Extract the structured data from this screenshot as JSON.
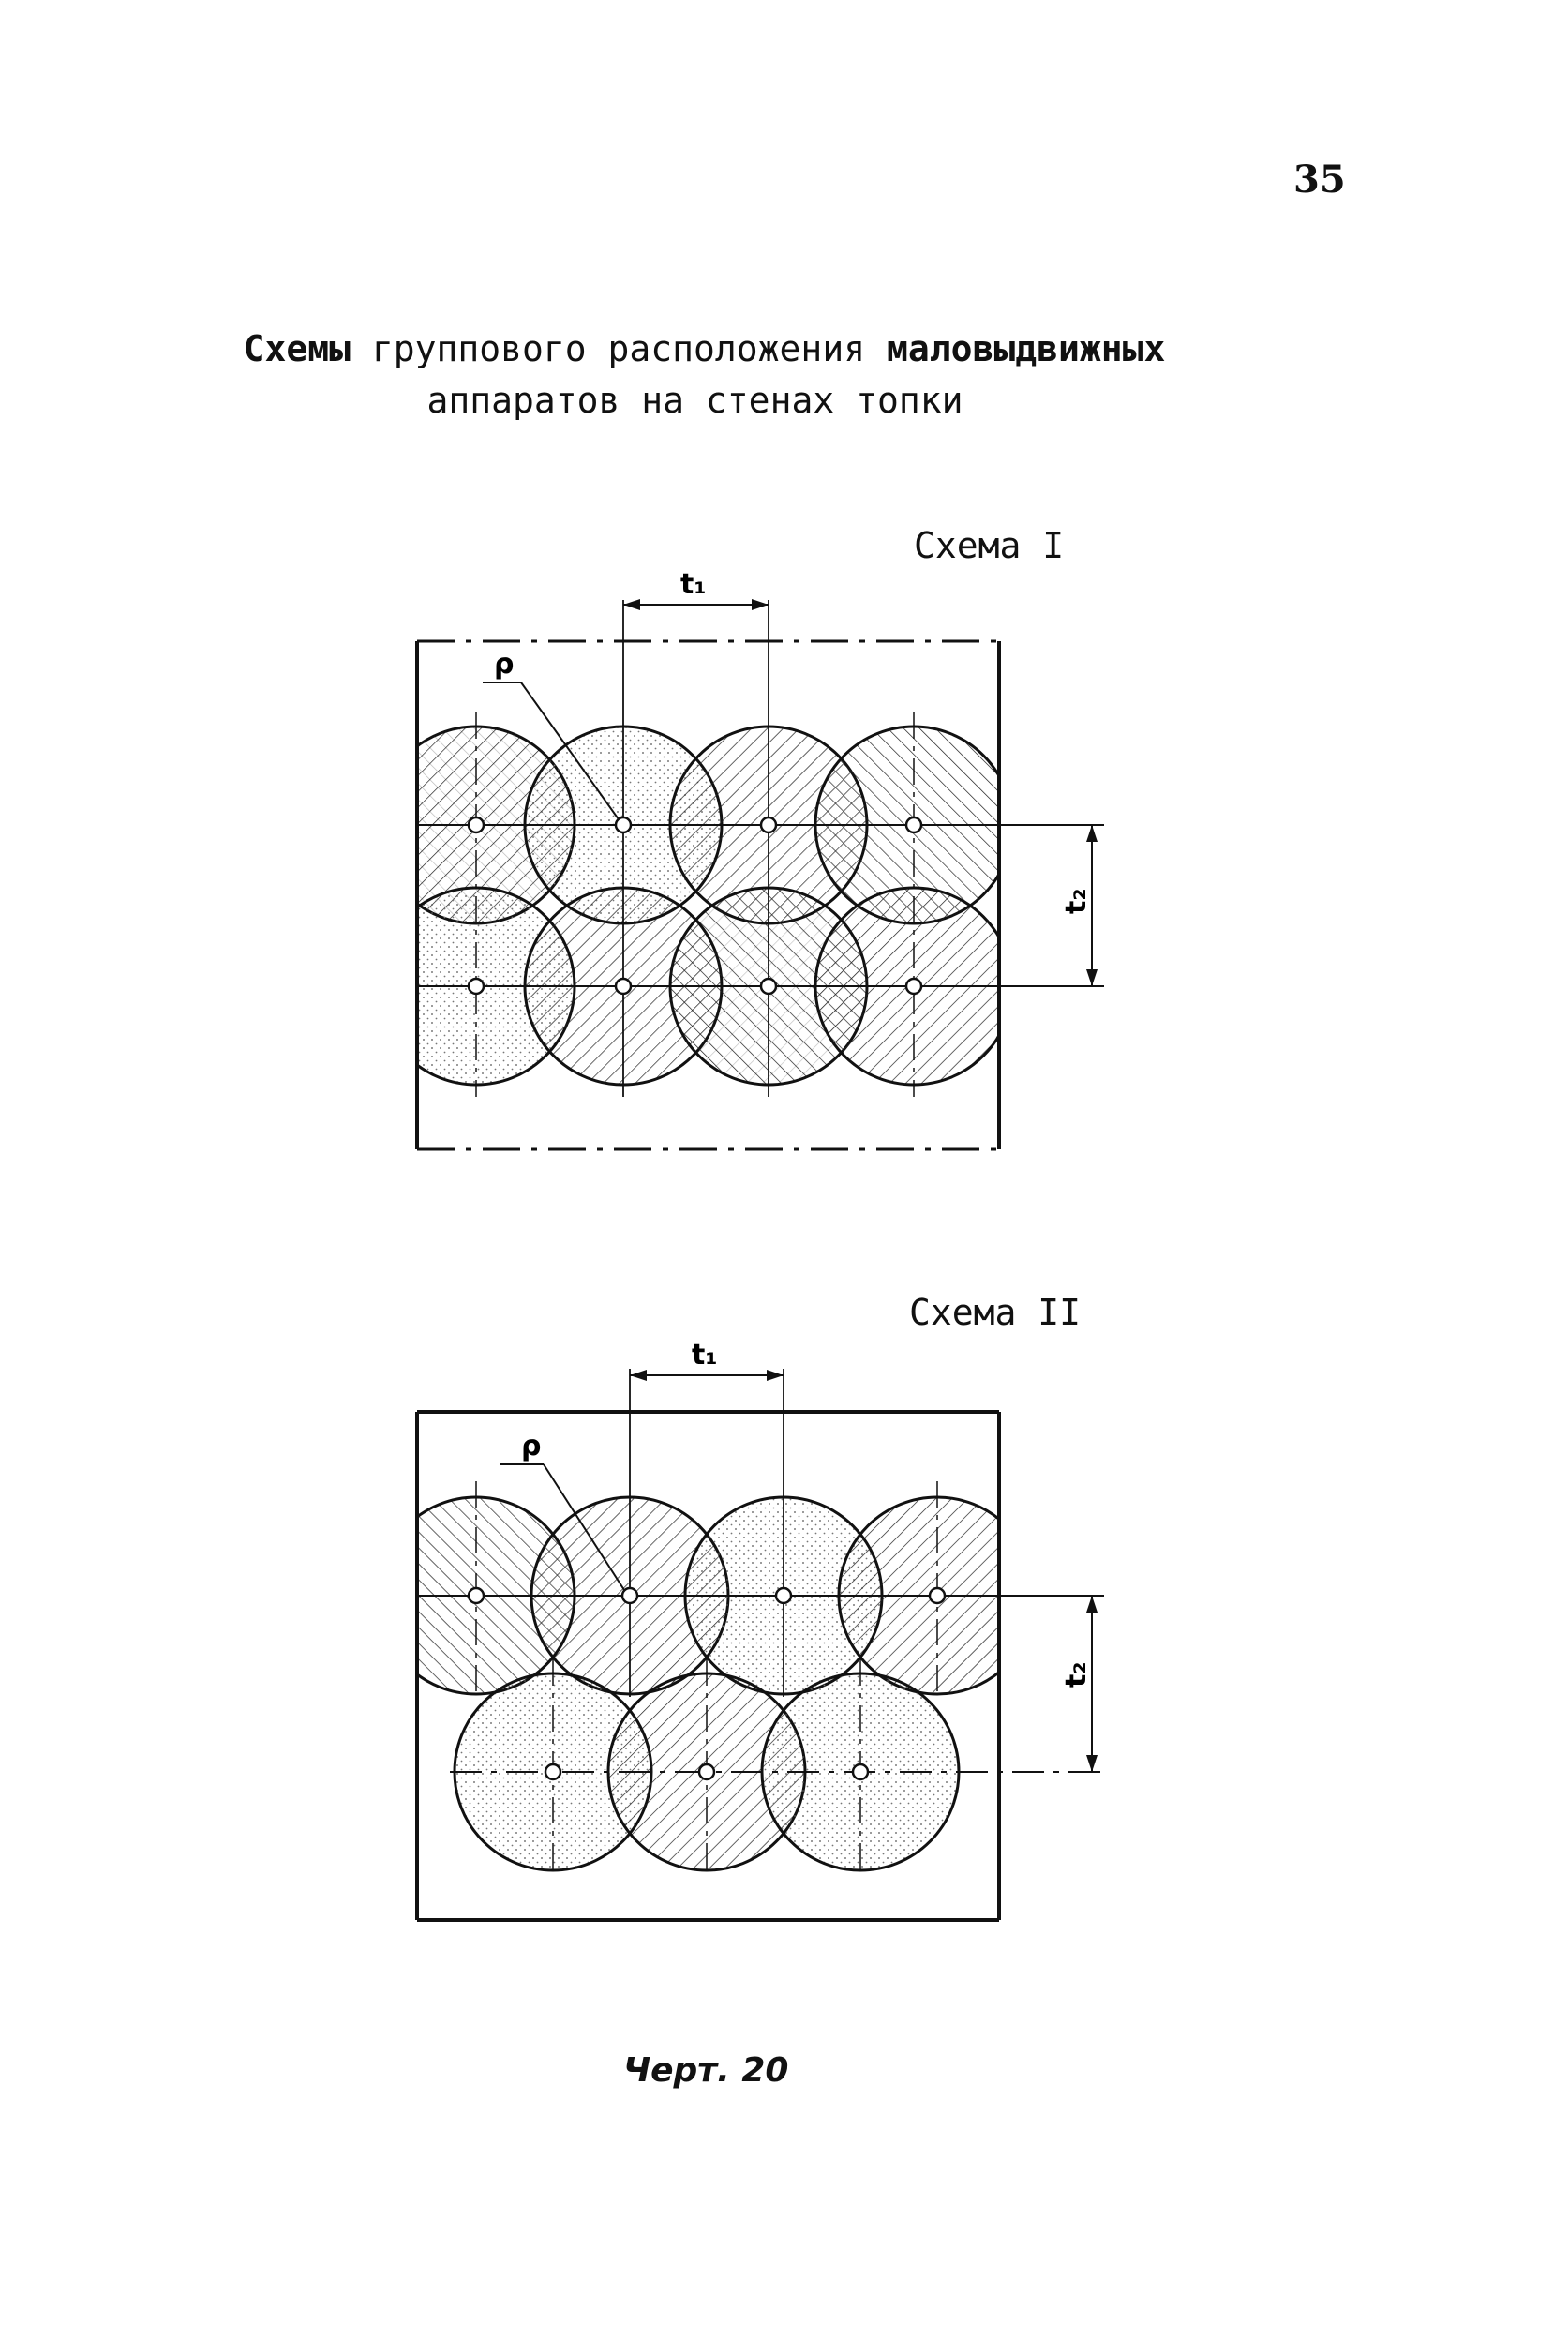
{
  "page_number": "35",
  "title": {
    "line1_bold": "Схемы",
    "line1_rest": " группового расположения ",
    "line1_bold2": "маловыдвижных",
    "line2": "аппаратов на стенах топки"
  },
  "schemes": [
    {
      "label": "Схема I",
      "t1_label": "t₁",
      "t2_label": "t₂",
      "rho_label": "ρ",
      "row1_count": 4,
      "row2_count": 4,
      "row2_offset": "aligned"
    },
    {
      "label": "Схема II",
      "t1_label": "t₁",
      "t2_label": "t₂",
      "rho_label": "ρ",
      "row1_count": 4,
      "row2_count": 3,
      "row2_offset": "staggered"
    }
  ],
  "caption": "Черт. 20"
}
